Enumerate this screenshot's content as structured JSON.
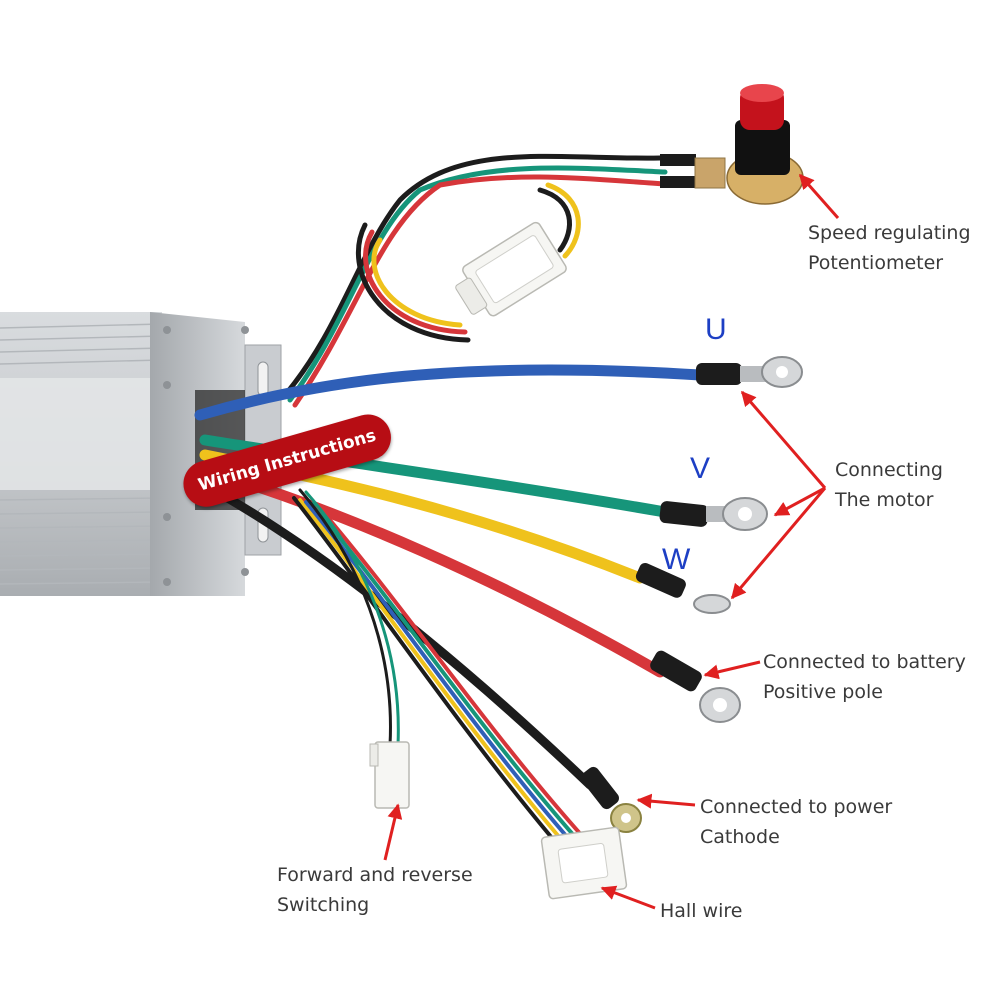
{
  "badge": {
    "text": "Wiring Instructions"
  },
  "phases": {
    "u": "U",
    "v": "V",
    "w": "W"
  },
  "labels": {
    "speed": [
      "Speed regulating",
      "Potentiometer"
    ],
    "motor": [
      "Connecting",
      "The motor"
    ],
    "battery": [
      "Connected to battery",
      "Positive pole"
    ],
    "power": [
      "Connected to power",
      "Cathode"
    ],
    "forward": [
      "Forward and reverse",
      "Switching"
    ],
    "hall": [
      "Hall wire"
    ]
  },
  "colors": {
    "wire_blue": "#2f5fb7",
    "wire_green": "#16957a",
    "wire_yellow": "#efc21c",
    "wire_red": "#d6363a",
    "wire_black": "#1c1c1c",
    "arrow": "#e02020",
    "badge": "#b70d14",
    "phase_text": "#1d3fc4"
  }
}
